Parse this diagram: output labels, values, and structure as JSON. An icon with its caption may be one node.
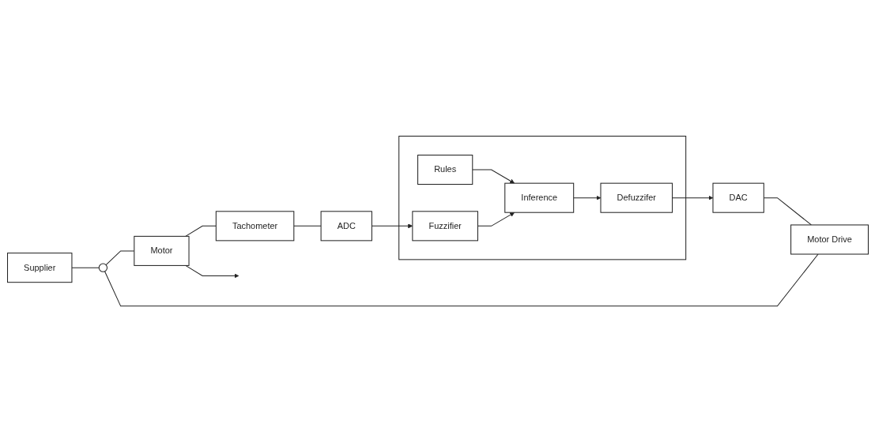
{
  "diagram": {
    "nodes": [
      {
        "text": [
          "Supplier"
        ]
      },
      {
        "text": [],
        "shape": "circle"
      },
      {
        "text": [
          "Motor"
        ]
      },
      {
        "text": [
          "Motor Drive"
        ]
      },
      {
        "text": [
          "DAC"
        ]
      },
      {
        "text": [],
        "shape": "box"
      },
      {
        "text": [
          "Defuzzifer"
        ],
        "in": 5
      },
      {
        "text": [
          "Rules"
        ],
        "in": 5
      },
      {
        "text": [
          "Fuzzifier"
        ],
        "in": 5
      },
      {
        "text": [
          "Inference"
        ],
        "in": 5
      },
      {
        "text": [
          "ADC"
        ]
      },
      {
        "text": [
          "Tachometer"
        ]
      }
    ],
    "edges": [
      {
        "from": 0,
        "to": 1,
        "arrow": "none"
      },
      {
        "from": 1,
        "to": 2,
        "arrow": "none"
      },
      {
        "from": 2,
        "to": null,
        "arrow": "to"
      },
      {
        "from": 2,
        "to": 11,
        "arrow": "none"
      },
      {
        "from": 3,
        "to": 1,
        "arrow": "none"
      },
      {
        "from": 4,
        "to": 3,
        "arrow": "none"
      },
      {
        "from": 6,
        "to": 4,
        "arrow": "to"
      },
      {
        "from": 7,
        "to": 9,
        "arrow": "to"
      },
      {
        "from": 9,
        "to": 6,
        "arrow": "to"
      },
      {
        "from": 8,
        "to": 9,
        "arrow": "to"
      },
      {
        "from": 10,
        "to": 8,
        "arrow": "to"
      },
      {
        "from": 11,
        "to": 10,
        "arrow": "none"
      }
    ]
  }
}
